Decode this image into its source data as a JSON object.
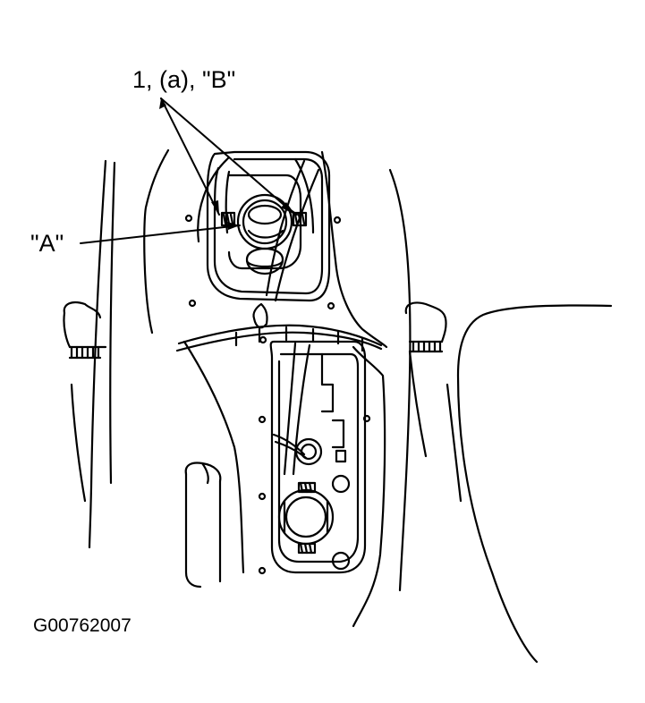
{
  "labels": {
    "callout_b": "1, (a), \"B\"",
    "callout_a": "\"A\"",
    "figure_id": "G00762007"
  }
}
